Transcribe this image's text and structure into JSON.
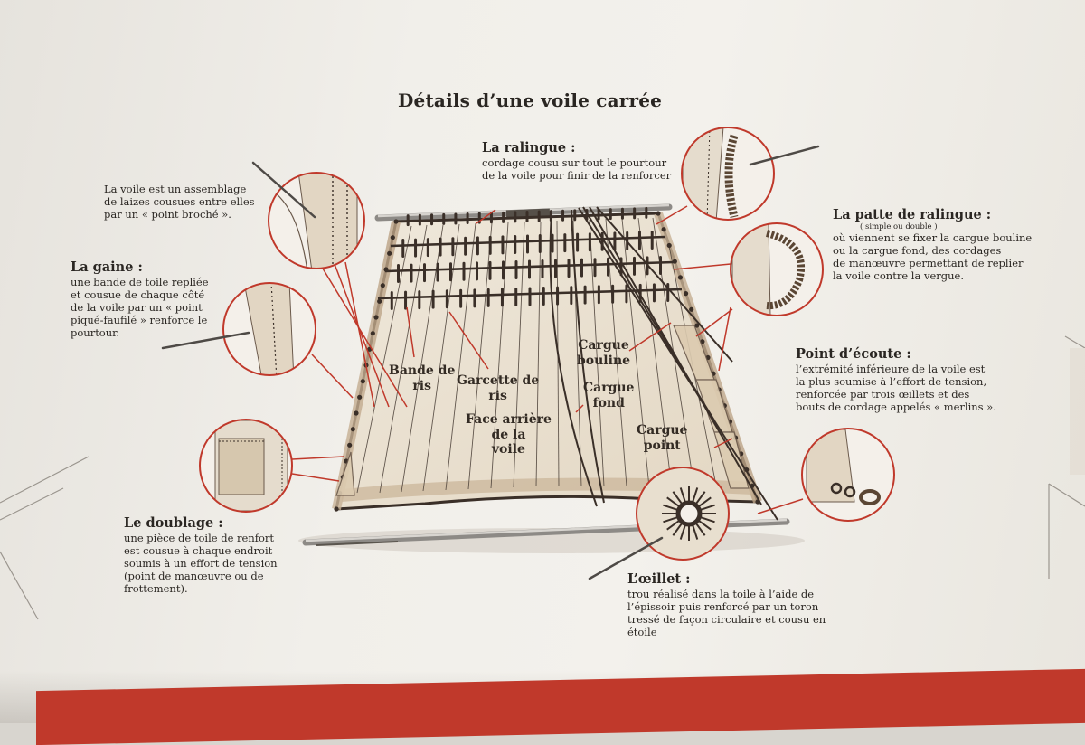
{
  "title": "Détails d’une voile carrée",
  "callouts": {
    "assemblage": {
      "text": [
        "La voile est un assemblage",
        "de laizes cousues entre elles",
        "par un « point broché »."
      ]
    },
    "gaine": {
      "heading": "La gaine :",
      "text": [
        "une bande de toile repliée",
        "et cousue de chaque côté",
        "de la voile par un « point",
        "piqué-faufilé » renforce le",
        "pourtour."
      ]
    },
    "doublage": {
      "heading": "Le doublage :",
      "text": [
        "une pièce de toile de renfort",
        "est cousue à chaque endroit",
        "soumis à un effort de tension",
        "(point de manœuvre ou de",
        "frottement)."
      ]
    },
    "ralingue": {
      "heading": "La ralingue :",
      "text": [
        "cordage cousu sur tout le pourtour",
        "de la voile pour finir de la renforcer"
      ]
    },
    "patte": {
      "heading": "La patte de ralingue :",
      "note": "( simple ou double )",
      "text": [
        "où viennent se fixer la cargue bouline",
        "ou la cargue fond, des cordages",
        "de manœuvre permettant de replier",
        "la voile contre la vergue."
      ]
    },
    "ecoute": {
      "heading": "Point d’écoute :",
      "text": [
        "l’extrémité inférieure de la voile est",
        "la plus soumise à l’effort de tension,",
        "renforcée par trois œillets et des",
        "bouts de cordage appelés « merlins »."
      ]
    },
    "oeillet": {
      "heading": "L’œillet :",
      "text": [
        "trou réalisé dans la toile à l’aide de",
        "l’épissoir puis renforcé par un toron",
        "tressé de façon circulaire et cousu en",
        "étoile"
      ]
    }
  },
  "diagram_labels": {
    "bande_ris": [
      "Bande de",
      "ris"
    ],
    "garcette_ris": [
      "Garcette de",
      "ris"
    ],
    "face_arriere": [
      "Face arrière",
      "de la",
      "voile"
    ],
    "cargue_bouline": [
      "Cargue",
      "bouline"
    ],
    "cargue_fond": [
      "Cargue",
      "fond"
    ],
    "cargue_point": [
      "Cargue",
      "point"
    ]
  },
  "colors": {
    "leader": "#c0392b",
    "sail": "#ece4d6",
    "rope": "#3a2f28",
    "panel": "#f1efea"
  }
}
